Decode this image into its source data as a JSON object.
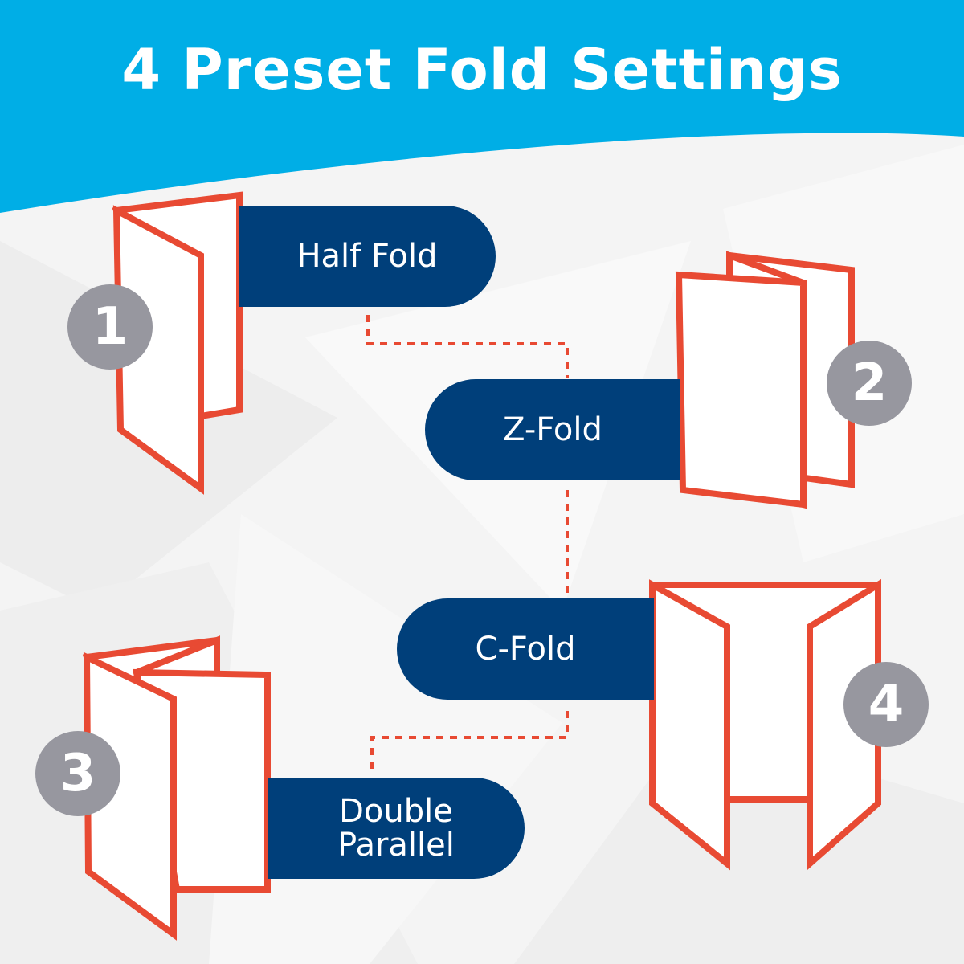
{
  "title": "4 Preset Fold Settings",
  "colors": {
    "banner": "#00aee6",
    "pill": "#003f7a",
    "outline": "#e84a33",
    "badge": "#97979f",
    "background": "#f4f4f4"
  },
  "folds": [
    {
      "number": "1",
      "label": "Half Fold"
    },
    {
      "number": "2",
      "label": "Z-Fold"
    },
    {
      "number": "4",
      "label": "C-Fold"
    },
    {
      "number": "3",
      "label": "Double\nParallel"
    }
  ]
}
